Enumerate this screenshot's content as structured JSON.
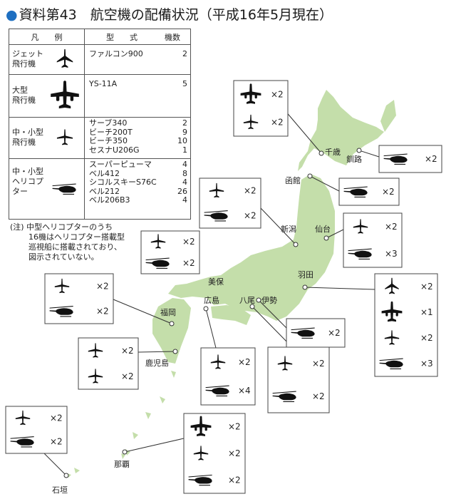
{
  "title": "資料第43　航空機の配備状況（平成16年5月現在）",
  "legend": {
    "headers": {
      "symbol": "凡　　例",
      "model": "型　　式",
      "count": "機数"
    },
    "rows": [
      {
        "category": "ジェット\n飛行機",
        "icon": "jet-icon",
        "types": [
          {
            "name": "ファルコン900",
            "count": "2"
          }
        ]
      },
      {
        "category": "大型\n飛行機",
        "icon": "large-plane-icon",
        "types": [
          {
            "name": "YS-11A",
            "count": "5"
          }
        ]
      },
      {
        "category": "中・小型\n飛行機",
        "icon": "small-plane-icon",
        "types": [
          {
            "name": "サーブ340",
            "count": "2"
          },
          {
            "name": "ビーチ200T",
            "count": "9"
          },
          {
            "name": "ビーチ350",
            "count": "10"
          },
          {
            "name": "セスナU206G",
            "count": "1"
          }
        ]
      },
      {
        "category": "中・小型\nヘリコプ\nター",
        "icon": "helicopter-icon",
        "types": [
          {
            "name": "スーパーピューマ",
            "count": "4"
          },
          {
            "name": "ベル412",
            "count": "8"
          },
          {
            "name": "シコルスキーS76C",
            "count": "4"
          },
          {
            "name": "ベル212",
            "count": "26"
          },
          {
            "name": "ベル206B3",
            "count": "4"
          }
        ]
      }
    ]
  },
  "note": [
    "(注) 中型ヘリコプターのうち",
    "16機はヘリコプター搭載型",
    "巡視船に搭載されており、",
    "図示されていない。"
  ],
  "colors": {
    "land": "#c4deaa",
    "accent": "#1e6fc1",
    "box_border": "#444444"
  },
  "bases": [
    {
      "name": "千歳",
      "items": [
        {
          "icon": "large-plane-icon",
          "count": "×2"
        },
        {
          "icon": "small-plane-icon",
          "count": "×2"
        }
      ]
    },
    {
      "name": "釧路",
      "items": [
        {
          "icon": "helicopter-icon",
          "count": "×2"
        }
      ]
    },
    {
      "name": "函館",
      "items": [
        {
          "icon": "helicopter-icon",
          "count": "×2"
        }
      ]
    },
    {
      "name": "新潟",
      "items": [
        {
          "icon": "small-plane-icon",
          "count": "×2"
        },
        {
          "icon": "helicopter-icon",
          "count": "×2"
        }
      ]
    },
    {
      "name": "仙台",
      "items": [
        {
          "icon": "small-plane-icon",
          "count": "×2"
        },
        {
          "icon": "helicopter-icon",
          "count": "×3"
        }
      ]
    },
    {
      "name": "美保",
      "items": [
        {
          "icon": "small-plane-icon",
          "count": "×2"
        },
        {
          "icon": "helicopter-icon",
          "count": "×2"
        }
      ]
    },
    {
      "name": "羽田",
      "items": [
        {
          "icon": "jet-icon",
          "count": "×2"
        },
        {
          "icon": "large-plane-icon",
          "count": "×1"
        },
        {
          "icon": "small-plane-icon",
          "count": "×2"
        },
        {
          "icon": "helicopter-icon",
          "count": "×3"
        }
      ]
    },
    {
      "name": "福岡",
      "items": [
        {
          "icon": "small-plane-icon",
          "count": "×2"
        },
        {
          "icon": "helicopter-icon",
          "count": "×2"
        }
      ]
    },
    {
      "name": "広島",
      "items": [
        {
          "icon": "small-plane-icon",
          "count": "×2"
        },
        {
          "icon": "helicopter-icon",
          "count": "×4"
        }
      ]
    },
    {
      "name": "八尾",
      "items": [
        {
          "icon": "small-plane-icon",
          "count": "×2"
        },
        {
          "icon": "helicopter-icon",
          "count": "×2"
        }
      ]
    },
    {
      "name": "伊勢",
      "items": [
        {
          "icon": "helicopter-icon",
          "count": "×2"
        }
      ]
    },
    {
      "name": "鹿児島",
      "items": [
        {
          "icon": "small-plane-icon",
          "count": "×2"
        },
        {
          "icon": "small-plane-icon",
          "count": "×2"
        }
      ]
    },
    {
      "name": "那覇",
      "items": [
        {
          "icon": "large-plane-icon",
          "count": "×2"
        },
        {
          "icon": "small-plane-icon",
          "count": "×2"
        },
        {
          "icon": "helicopter-icon",
          "count": "×2"
        }
      ]
    },
    {
      "name": "石垣",
      "items": [
        {
          "icon": "small-plane-icon",
          "count": "×2"
        },
        {
          "icon": "helicopter-icon",
          "count": "×2"
        }
      ]
    }
  ]
}
